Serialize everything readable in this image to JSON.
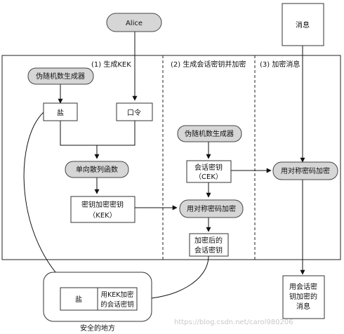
{
  "nodes": {
    "alice": "Alice",
    "message": "消息",
    "prng_1": "伪随机数生成器",
    "salt_1": "盐",
    "password": "口令",
    "hash": "单向散列函数",
    "kek_line1": "密钥加密密钥",
    "kek_line2": "（KEK）",
    "prng_2": "伪随机数生成器",
    "cek_line1": "会话密钥",
    "cek_line2": "（CEK）",
    "sym_enc_2": "用对称密码加密",
    "enc_session_line1": "加密后的",
    "enc_session_line2": "会话密钥",
    "sym_enc_3": "用对称密码加密",
    "output_line1": "用会话密",
    "output_line2": "钥加密的",
    "output_line3": "消息",
    "salt_2": "盐",
    "kek_enc_line1": "用KEK加密",
    "kek_enc_line2": "的会话密钥",
    "safe_place": "安全的地方"
  },
  "sections": {
    "s1": "(1) 生成KEK",
    "s2": "(2) 生成会话密钥并加密",
    "s3": "(3) 加密消息"
  },
  "watermark": "https://blog.csdn.net/carol980206"
}
